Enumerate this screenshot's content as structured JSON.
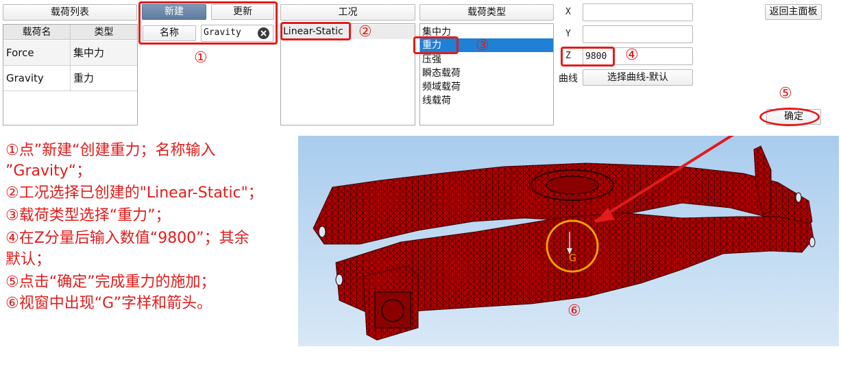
{
  "load_list": {
    "title": "载荷列表",
    "columns": [
      "载荷名",
      "类型"
    ],
    "rows": [
      {
        "name": "Force",
        "type": "集中力"
      },
      {
        "name": "Gravity",
        "type": "重力"
      }
    ]
  },
  "toolbar": {
    "new_label": "新建",
    "update_label": "更新",
    "name_label": "名称",
    "name_value": "Gravity"
  },
  "condition": {
    "title": "工况",
    "items": [
      "Linear-Static"
    ]
  },
  "load_type": {
    "title": "载荷类型",
    "items": [
      "集中力",
      "重力",
      "压强",
      "瞬态载荷",
      "频域载荷",
      "线载荷"
    ],
    "selected_index": 1
  },
  "components": {
    "x_label": "X",
    "x_value": "",
    "y_label": "Y",
    "y_value": "",
    "z_label": "Z",
    "z_value": "9800"
  },
  "curve": {
    "label": "曲线",
    "button_label": "选择曲线-默认"
  },
  "return_label": "返回主面板",
  "confirm_label": "确定",
  "markers": [
    "①",
    "②",
    "③",
    "④",
    "⑤",
    "⑥"
  ],
  "instructions": [
    "①点”新建“创建重力；名称输入",
    "”Gravity“；",
    "②工况选择已创建的\"Linear-Static\"；",
    "③载荷类型选择“重力”；",
    "④在Z分量后输入数值“9800”；其余",
    "默认；",
    "⑤点击“确定”完成重力的施加；",
    "⑥视窗中出现“G”字样和箭头。"
  ],
  "viewport": {
    "gravity_label": "G",
    "colors": {
      "background_top": "#a9ccee",
      "background_bottom": "#d8e8f6",
      "mesh": "#b30000",
      "highlight": "#f0a500",
      "annotation": "#e21b1b"
    }
  }
}
